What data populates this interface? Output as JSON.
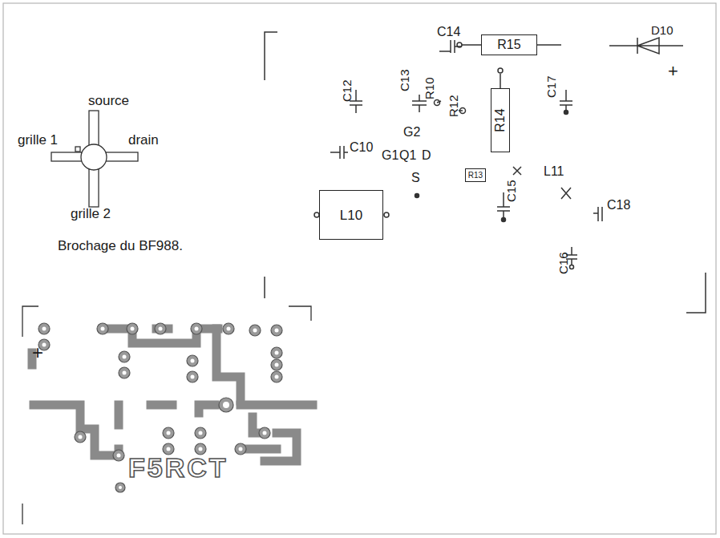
{
  "diagram": {
    "nodes": [
      {
        "text": [
          "L10"
        ]
      },
      {
        "text": [
          "R15"
        ]
      },
      {
        "text": [
          "R14"
        ]
      },
      {
        "text": [
          "R13"
        ]
      }
    ],
    "labels": [
      "source",
      "grille 1",
      "drain",
      "grille 2",
      "Brochage du BF988.",
      "D10",
      "+",
      "C14",
      "C13",
      "R10",
      "R12",
      "C12",
      "C17",
      "C10",
      "G1",
      "Q1",
      "D",
      "G2",
      "S",
      "C15",
      "L11",
      "C18",
      "C16",
      "+",
      "F5RCT"
    ]
  }
}
